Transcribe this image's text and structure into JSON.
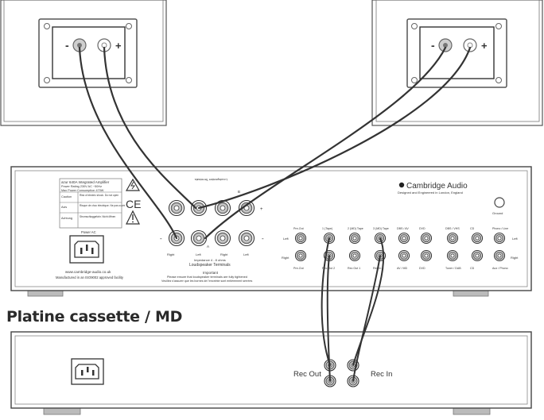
{
  "speakers": {
    "terminal_neg": "-",
    "terminal_pos": "+"
  },
  "amplifier": {
    "model_line": "azur 640A Integrated Amplifier",
    "power_rating": "Power Rating 230V AC ~50Hz",
    "max_power": "Max Power Consumption 470W",
    "caution_label": "Caution",
    "caution_text": "Risk of electric shock. Do not open",
    "avis_label": "Avis",
    "avis_text": "Risque de choc électrique. Ne pas ouvrir",
    "achtung_label": "Achtung",
    "achtung_text": "Stromschlaggefahr. Nicht öffnen",
    "power_ac": "Power AC",
    "website": "www.cambridge-audio.co.uk",
    "manufactured": "Manufactured in an ISO9002 approved facility",
    "ce_mark": "CE",
    "brand": "Cambridge Audio",
    "brand_tagline": "Designed and Engineered in London, England",
    "ground": "Ground",
    "speaker_a": "A",
    "speaker_b": "B",
    "left": "Left",
    "right": "Right",
    "impedance": "Impedance 4 - 8 ohms",
    "loudspeaker_terminals": "Loudspeaker Terminals",
    "important": "Important",
    "important_text": "Please ensure that loudspeaker terminals are fully tightened",
    "important_text_fr": "Veuillez s'assurer que les bornes de l'enceinte sont entièrement serrées",
    "row_left": "Left",
    "row_right": "Right",
    "jacks_top": [
      "Pre-Out",
      "1 (Tape)",
      "2 (MD) Tape",
      "3 (MD) Tape",
      "DBS / AV",
      "DVD",
      "DBS / VHS",
      "CD",
      "Phono / Line"
    ],
    "jacks_bottom": [
      "Pre-Out",
      "Rec Out 2",
      "Rec Out 1",
      "Rec In 2",
      "AV / MD",
      "DVD",
      "Tuner / DAB",
      "CD",
      "Aux / Phono"
    ]
  },
  "deck": {
    "heading": "Platine cassette / MD",
    "rec_out": "Rec Out",
    "rec_in": "Rec In"
  }
}
